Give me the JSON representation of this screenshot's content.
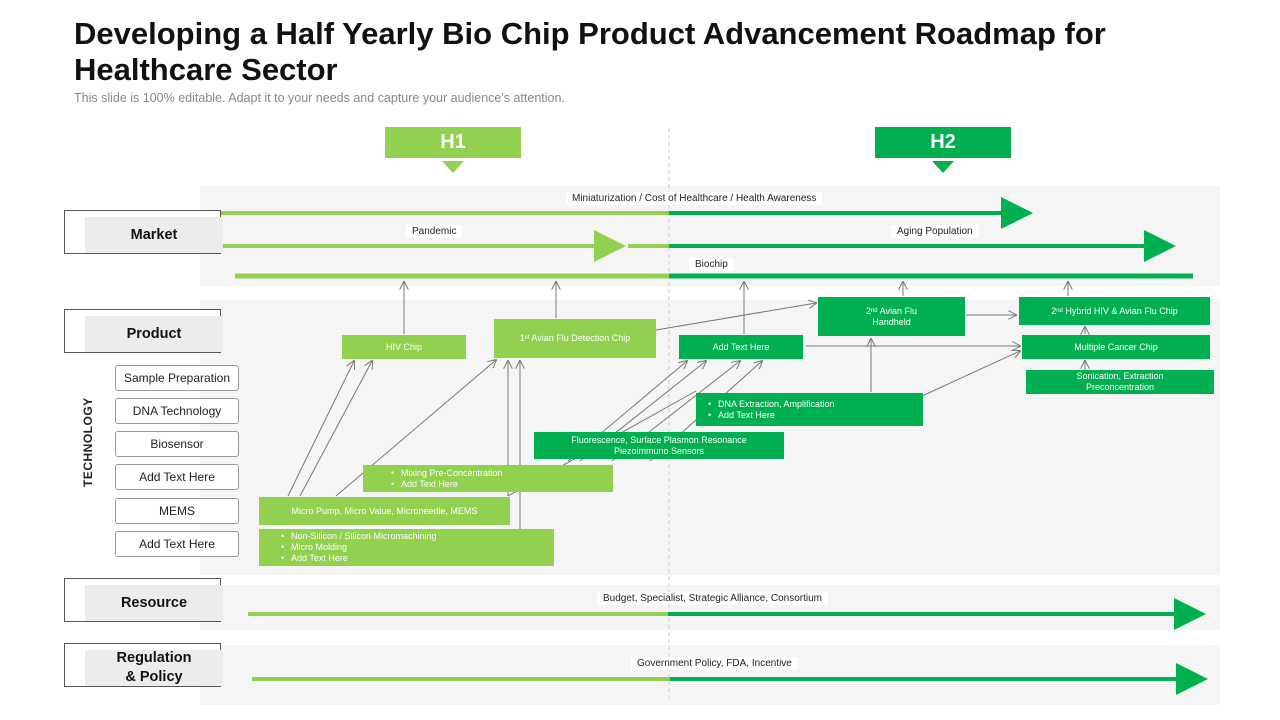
{
  "title": "Developing a Half Yearly Bio Chip Product Advancement Roadmap for Healthcare Sector",
  "subtitle": "This slide is 100% editable. Adapt it to your needs and capture your audience's attention.",
  "colors": {
    "light_green": "#92d050",
    "dark_green": "#00b050"
  },
  "halves": [
    {
      "label": "H1"
    },
    {
      "label": "H2"
    }
  ],
  "categories": {
    "market": "Market",
    "product": "Product",
    "technology": "TECHNOLOGY",
    "resource": "Resource",
    "regulation": "Regulation\n& Policy"
  },
  "technology_items": [
    "Sample Preparation",
    "DNA Technology",
    "Biosensor",
    "Add Text Here",
    "MEMS",
    "Add Text Here"
  ],
  "market_lines": {
    "line1": "Miniaturization / Cost of Healthcare / Health Awareness",
    "line2a": "Pandemic",
    "line2b": "Aging Population",
    "line3": "Biochip"
  },
  "product_boxes": {
    "hiv_chip": "HIV Chip",
    "avian_flu_detection": {
      "sup": "st",
      "num": "1",
      "text": "Avian Flu Detection Chip"
    },
    "add_text": "Add Text Here",
    "avian_handheld": {
      "num": "2",
      "sup": "nd",
      "text": "Avian Flu",
      "line2": "Handheld"
    },
    "hybrid_chip": {
      "num": "2",
      "sup": "nd",
      "text": "Hybrid HIV & Avian Flu Chip"
    },
    "multiple_cancer": "Multiple Cancer Chip",
    "sonication": "Sonication, Extraction Preconcentration"
  },
  "tech_boxes": {
    "dna_extraction": [
      "DNA Extraction, Amplification",
      "Add Text Here"
    ],
    "fluorescence": "Fluorescence, Surface Plasmon Resonance Piezoimmuno Sensors",
    "mixing": [
      "Mixing Pre-Concentration",
      "Add Text Here"
    ],
    "micro_pump": "Micro Pump, Micro Value, Microneedle, MEMS",
    "non_silicon": [
      "Non-Silicon / Silicon Micromachining",
      "Micro Molding",
      "Add Text Here"
    ]
  },
  "resource_line": "Budget, Specialist, Strategic Alliance, Consortium",
  "regulation_line": "Government Policy, FDA, Incentive"
}
